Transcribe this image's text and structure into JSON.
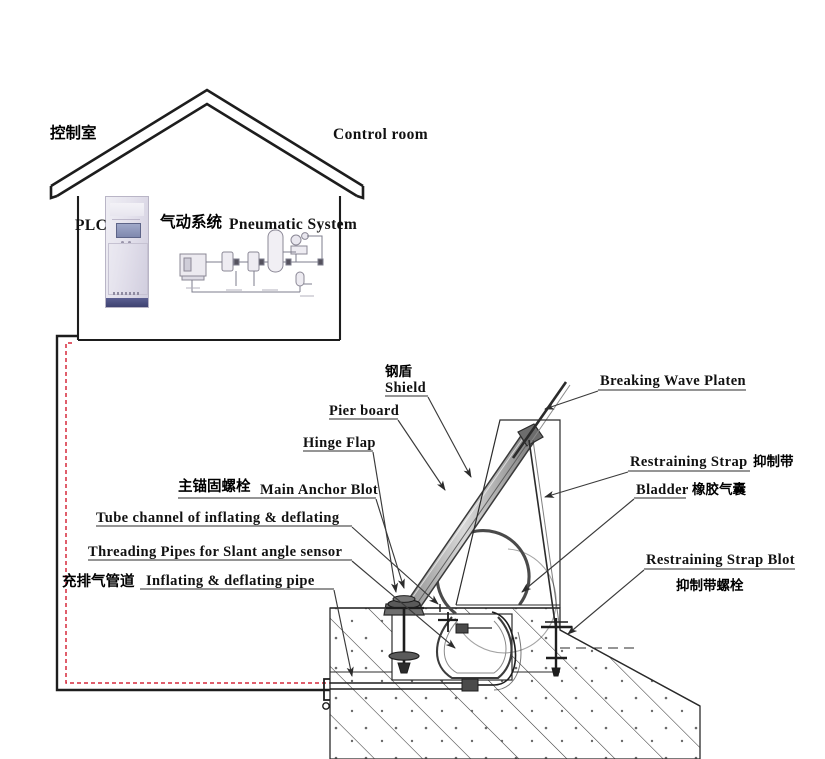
{
  "diagram": {
    "title": "Inflatable rubber dam / wave shield system with control room",
    "line_color": "#2b2b2b",
    "pipe_color": "#d6283c",
    "concrete_fill": "#fdfdfd"
  },
  "control_room": {
    "label_cn": "控制室",
    "label_en": "Control room",
    "plc_label": "PLC",
    "pneumatic_cn": "气动系统",
    "pneumatic_en": "Pneumatic System"
  },
  "callouts": {
    "shield_cn": "钢盾",
    "shield_en": "Shield",
    "pier_board_en": "Pier board",
    "hinge_flap_en": "Hinge Flap",
    "main_anchor_cn": "主锚固螺栓",
    "main_anchor_en": "Main Anchor Blot",
    "tube_channel_en": "Tube channel of inflating & deflating",
    "threading_pipes_en": "Threading Pipes for Slant angle sensor",
    "inflating_pipe_cn": "充排气管道",
    "inflating_pipe_en": "Inflating & deflating pipe",
    "breaking_wave_en": "Breaking Wave Platen",
    "restraining_strap_en": "Restraining Strap",
    "restraining_strap_cn": "抑制带",
    "bladder_en": "Bladder",
    "bladder_cn": "橡胶气囊",
    "restraining_strap_blot_en": "Restraining Strap Blot",
    "restraining_strap_blot_cn": "抑制带螺栓"
  }
}
